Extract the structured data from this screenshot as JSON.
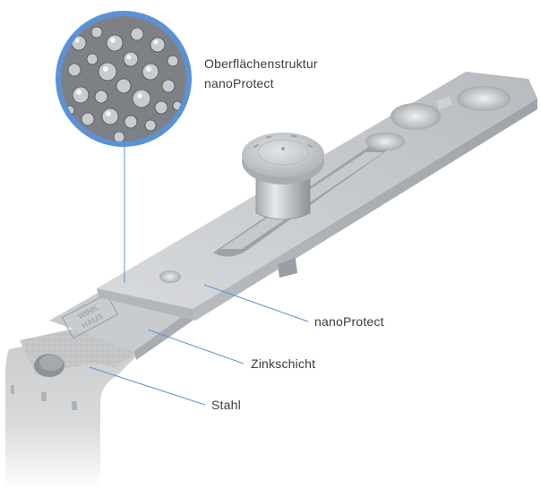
{
  "diagram": {
    "subject": "Beschlag-Schließteil mit Pilzkopfzapfen",
    "accent_color": "#5b92d6",
    "logo_engraving": "WINKHAUS"
  },
  "callouts": {
    "surface": {
      "line1": "Oberflächenstruktur",
      "line2": "nanoProtect"
    },
    "layers": [
      {
        "id": "nanoprotect",
        "label": "nanoProtect"
      },
      {
        "id": "zinc",
        "label": "Zinkschicht"
      },
      {
        "id": "steel",
        "label": "Stahl"
      }
    ]
  }
}
